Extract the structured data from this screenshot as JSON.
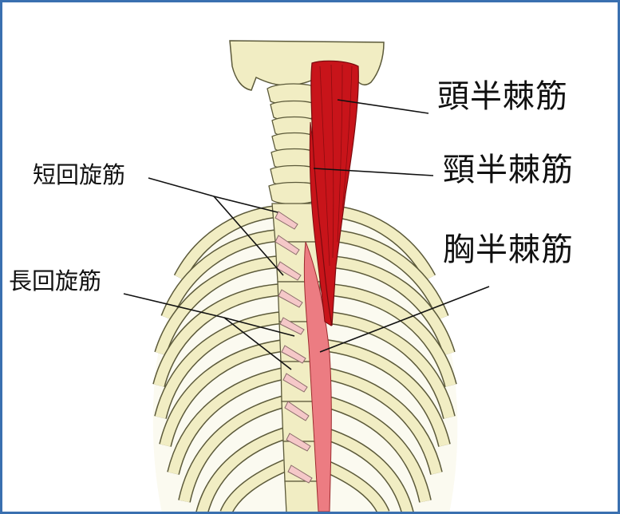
{
  "labels": {
    "semispinalis_capitis": "頭半棘筋",
    "semispinalis_cervicis": "頸半棘筋",
    "semispinalis_thoracis": "胸半棘筋",
    "rotatores_breves": "短回旋筋",
    "rotatores_longi": "長回旋筋"
  },
  "colors": {
    "frame_border": "#3a70b0",
    "bone_fill": "#f1edc3",
    "bone_outline": "#5c5a3a",
    "muscle_dark": "#c8141a",
    "muscle_light": "#ec7c82",
    "rotatores": "#f5c8c8",
    "leader_line": "#111111"
  }
}
